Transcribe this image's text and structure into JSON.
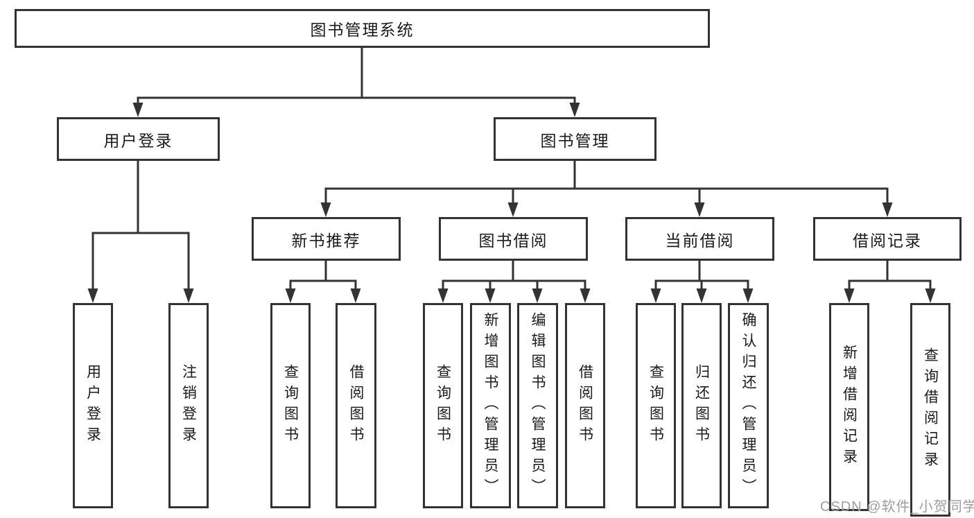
{
  "tree": {
    "root": {
      "label": "图书管理系统"
    },
    "branches": [
      {
        "label": "用户登录",
        "children": [
          {
            "label": "用户登录"
          },
          {
            "label": "注销登录"
          }
        ]
      },
      {
        "label": "图书管理",
        "children": [
          {
            "label": "新书推荐",
            "children": [
              {
                "label": "查询图书"
              },
              {
                "label": "借阅图书"
              }
            ]
          },
          {
            "label": "图书借阅",
            "children": [
              {
                "label": "查询图书"
              },
              {
                "label": "新增图书（管理员）"
              },
              {
                "label": "编辑图书（管理员）"
              },
              {
                "label": "借阅图书"
              }
            ]
          },
          {
            "label": "当前借阅",
            "children": [
              {
                "label": "查询图书"
              },
              {
                "label": "归还图书"
              },
              {
                "label": "确认归还（管理员）"
              }
            ]
          },
          {
            "label": "借阅记录",
            "children": [
              {
                "label": "新增借阅记录"
              },
              {
                "label": "查询借阅记录"
              }
            ]
          }
        ]
      }
    ]
  },
  "watermark": "CSDN @软件_小贺同学",
  "colors": {
    "line": "#333333",
    "text": "#1a1a1a",
    "watermark": "#9e9e9e",
    "background": "#ffffff"
  }
}
